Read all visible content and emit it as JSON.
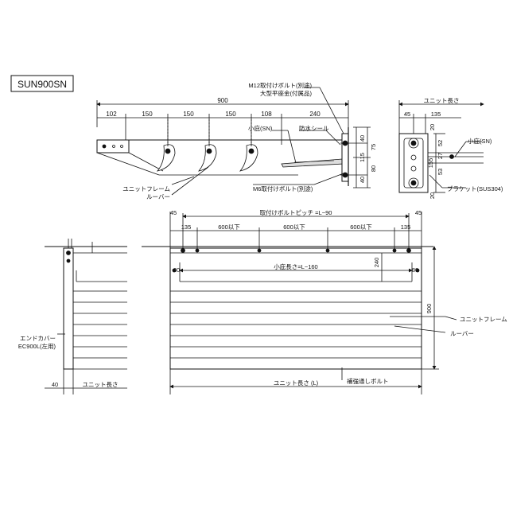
{
  "model_label": "SUN900SN",
  "side_view": {
    "width_dim": "900",
    "spacing_dims": [
      "102",
      "150",
      "150",
      "150",
      "108",
      "240"
    ],
    "bolt_callout_line1": "M12取付けボルト(別途)",
    "bolt_callout_line2": "大型平座金(付属品)",
    "small_eave": "小庇(SN)",
    "waterproof_seal": "防水シール",
    "unit_frame": "ユニットフレーム",
    "louver": "ルーバー",
    "m6_bolt": "M6取付けボルト(別途)",
    "vertical_dims": [
      "40",
      "75",
      "115",
      "80",
      "40"
    ]
  },
  "end_view": {
    "unit_length": "ユニット長さ",
    "dims": [
      "45",
      "135",
      "20",
      "52",
      "27",
      "155",
      "53",
      "20"
    ],
    "small_eave": "小庇(SN)",
    "bracket": "ブラケット(SUS304)"
  },
  "front_view": {
    "bolt_pitch": "取付けボルトピッチ =L−90",
    "edge_left": "45",
    "edge_right": "45",
    "pitch_dims": [
      "135",
      "600以下",
      "600以下",
      "600以下",
      "135"
    ],
    "eave_length": "小庇長さ=L−160",
    "eave_offset_left": "80",
    "eave_offset_right": "80",
    "eave_depth": "240",
    "height": "900",
    "unit_frame": "ユニットフレーム",
    "louver": "ルーバー",
    "unit_length": "ユニット長さ (L)",
    "reinforce_bolt": "補強通しボルト"
  },
  "left_view": {
    "end_cover_line1": "エンドカバー",
    "end_cover_line2": "EC900L(左用)",
    "bottom_dim": "40",
    "unit_length": "ユニット長さ"
  }
}
